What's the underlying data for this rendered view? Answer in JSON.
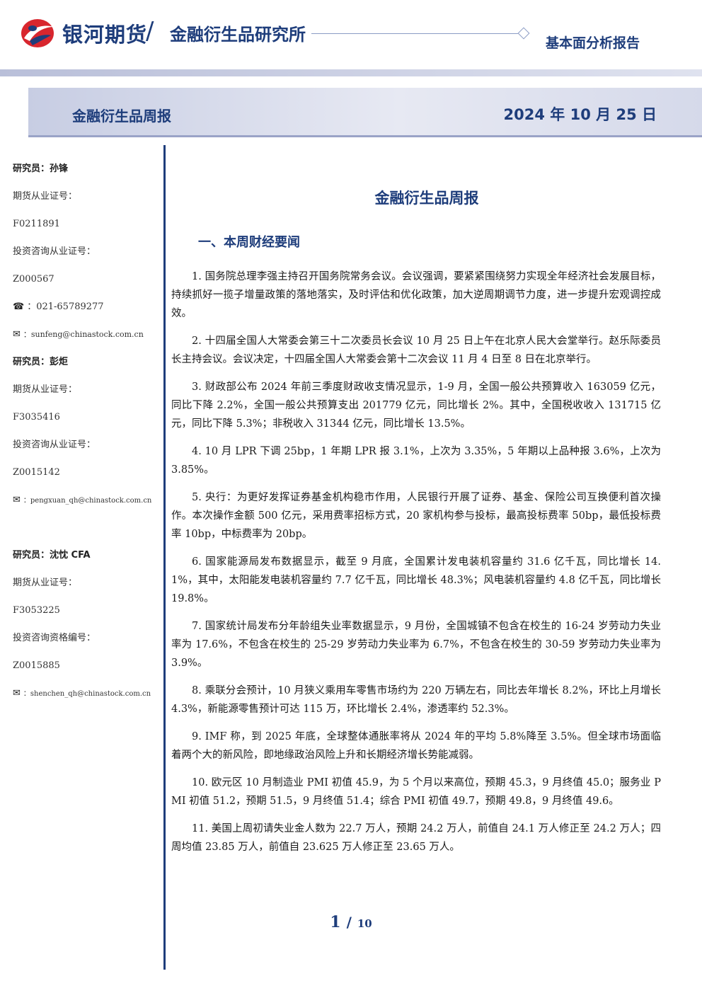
{
  "header": {
    "brand": "银河期货",
    "separator": "/",
    "institute": "金融衍生品研究所",
    "report_type": "基本面分析报告"
  },
  "banner": {
    "title": "金融衍生品周报",
    "date": "2024 年 10 月 25 日"
  },
  "sidebar": {
    "researchers": [
      {
        "name": "研究员：孙锋",
        "license_label": "期货从业证号：",
        "license": "F0211891",
        "consult_label": "投资咨询从业证号：",
        "consult": "Z000567",
        "phone": "：021-65789277",
        "email": "：sunfeng@chinastock.com.cn"
      },
      {
        "name": "研究员：彭炬",
        "license_label": "期货从业证号：",
        "license": "F3035416",
        "consult_label": "投资咨询从业证号：",
        "consult": "Z0015142",
        "email": "：pengxuan_qh@chinastock.com.cn"
      },
      {
        "name": "研究员：沈忱  CFA",
        "license_label": "期货从业证号：",
        "license": "F3053225",
        "consult_label": "投资咨询资格编号：",
        "consult": "Z0015885",
        "email": "：shenchen_qh@chinastock.com.cn"
      }
    ]
  },
  "main": {
    "title": "金融衍生品周报",
    "section_title": "一、本周财经要闻",
    "paragraphs": [
      "1. 国务院总理李强主持召开国务院常务会议。会议强调，要紧紧围绕努力实现全年经济社会发展目标，持续抓好一揽子增量政策的落地落实，及时评估和优化政策，加大逆周期调节力度，进一步提升宏观调控成效。",
      "2. 十四届全国人大常委会第三十二次委员长会议 10 月 25 日上午在北京人民大会堂举行。赵乐际委员长主持会议。会议决定，十四届全国人大常委会第十二次会议 11 月 4 日至 8 日在北京举行。",
      "3. 财政部公布 2024 年前三季度财政收支情况显示，1-9 月，全国一般公共预算收入 163059 亿元，同比下降 2.2%，全国一般公共预算支出 201779 亿元，同比增长 2%。其中，全国税收收入 131715 亿元，同比下降 5.3%；非税收入 31344 亿元，同比增长 13.5%。",
      "4. 10 月 LPR 下调 25bp，1 年期 LPR 报 3.1%，上次为 3.35%，5 年期以上品种报 3.6%，上次为 3.85%。",
      "5. 央行：为更好发挥证券基金机构稳市作用，人民银行开展了证券、基金、保险公司互换便利首次操作。本次操作金额 500 亿元，采用费率招标方式，20 家机构参与投标，最高投标费率 50bp，最低投标费率 10bp，中标费率为 20bp。",
      "6. 国家能源局发布数据显示，截至 9 月底，全国累计发电装机容量约 31.6 亿千瓦，同比增长 14.1%，其中，太阳能发电装机容量约 7.7 亿千瓦，同比增长 48.3%；风电装机容量约 4.8 亿千瓦，同比增长 19.8%。",
      "7. 国家统计局发布分年龄组失业率数据显示，9 月份，全国城镇不包含在校生的 16-24 岁劳动力失业率为 17.6%，不包含在校生的 25-29 岁劳动力失业率为 6.7%，不包含在校生的 30-59 岁劳动力失业率为 3.9%。",
      "8. 乘联分会预计，10 月狭义乘用车零售市场约为 220 万辆左右，同比去年增长 8.2%，环比上月增长 4.3%，新能源零售预计可达 115 万，环比增长 2.4%，渗透率约 52.3%。",
      "9. IMF 称，到 2025 年底，全球整体通胀率将从 2024 年的平均 5.8%降至 3.5%。但全球市场面临着两个大的新风险，即地缘政治风险上升和长期经济增长势能减弱。",
      "10. 欧元区 10 月制造业 PMI 初值 45.9，为 5 个月以来高位，预期 45.3，9 月终值 45.0；服务业 PMI 初值 51.2，预期 51.5，9 月终值 51.4；综合 PMI 初值 49.7，预期 49.8，9 月终值 49.6。",
      "11. 美国上周初请失业金人数为 22.7 万人，预期 24.2 万人，前值自 24.1 万人修正至 24.2 万人；四周均值 23.85 万人，前值自 23.625 万人修正至 23.65 万人。"
    ]
  },
  "footer": {
    "page_current": "1",
    "page_sep": "/",
    "page_total": "10"
  },
  "colors": {
    "brand_blue": "#1e3d7b",
    "logo_red": "#d8262e"
  }
}
